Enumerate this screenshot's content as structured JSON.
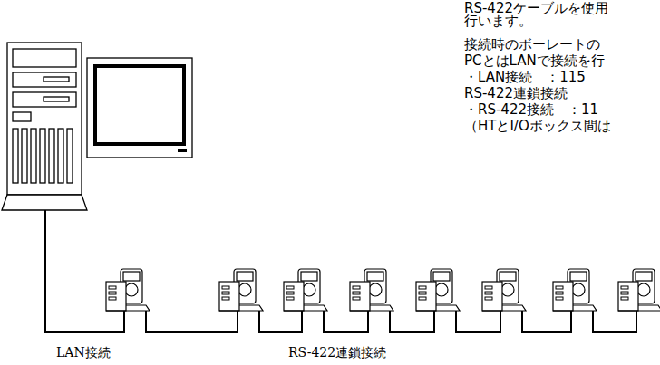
{
  "diagram": {
    "labels": [
      "RS-422ケーブルを使用",
      "行います。",
      "接続時のボーレートの",
      "PCとはLANで接続を行",
      "・LAN接続　：115",
      "RS-422連鎖接続",
      "・RS-422接続　：11",
      "（HTとI/Oボックス間は",
      "LAN接続",
      "RS-422連鎖接続"
    ]
  }
}
